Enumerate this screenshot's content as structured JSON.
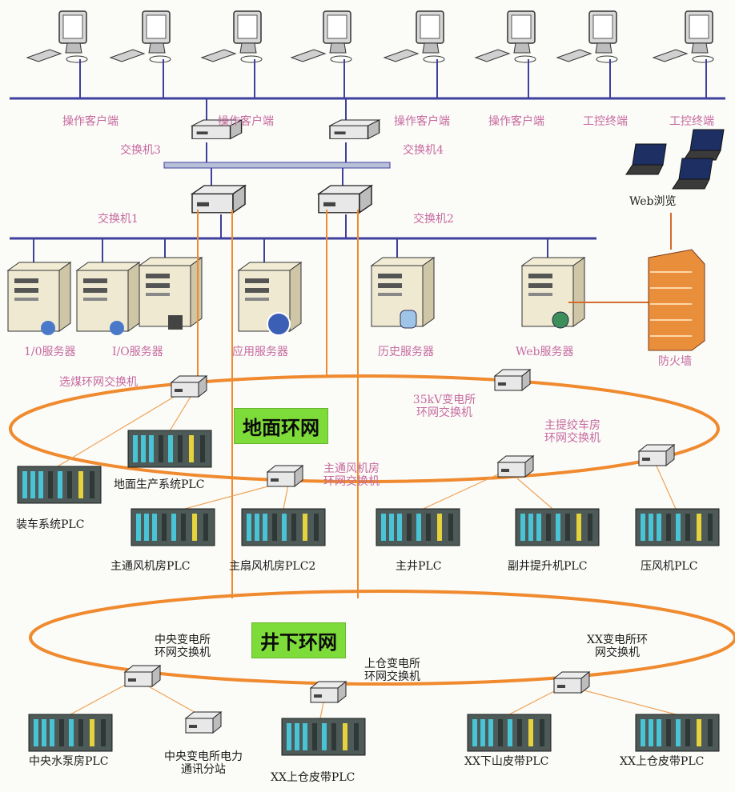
{
  "operator_stations": [
    "操作客户端",
    "操作客户端",
    "操作客户端",
    "操作客户端",
    "工控终端",
    "工控终端"
  ],
  "switches": {
    "sw3": "交换机3",
    "sw4": "交换机4",
    "sw1": "交换机1",
    "sw2": "交换机2"
  },
  "web_browse": "Web浏览",
  "servers": [
    "1/0服务器",
    "I/O服务器",
    "应用服务器",
    "历史服务器",
    "Web服务器"
  ],
  "firewall": "防火墙",
  "surface_ring": {
    "title": "地面环网",
    "coal_switch": "选煤环网交换机",
    "sub35_switch": "35kV变电所\n环网交换机",
    "main_fan_switch": "主通风机房\n环网交换机",
    "winch_switch": "主提绞车房\n环网交换机"
  },
  "surface_plcs": {
    "ground_sys": "地面生产系统PLC",
    "loading": "装车系统PLC",
    "fan1": "主通风机房PLC",
    "fan2": "主扇风机房PLC2",
    "main_well": "主井PLC",
    "aux_hoist": "副井提升机PLC",
    "compressor": "压风机PLC"
  },
  "underground_ring": {
    "title": "井下环网",
    "central_sub_switch": "中央变电所\n环网交换机",
    "upper_sub_switch": "上仓变电所\n环网交换机",
    "xx_sub_switch": "XX变电所环\n网交换机"
  },
  "underground_plcs": {
    "pump": "中央水泵房PLC",
    "comm": "中央变电所电力\n通讯分站",
    "xx_upper": "XX上仓皮带PLC",
    "xx_down": "XX下山皮带PLC",
    "xx_upper2": "XX上仓皮带PLC"
  },
  "colors": {
    "bus": "#3e3f9e",
    "ring": "#f08a2e",
    "fiber": "#f08a2e",
    "tag_bg": "#7ddb3a",
    "label_pink": "#c66a9e"
  }
}
